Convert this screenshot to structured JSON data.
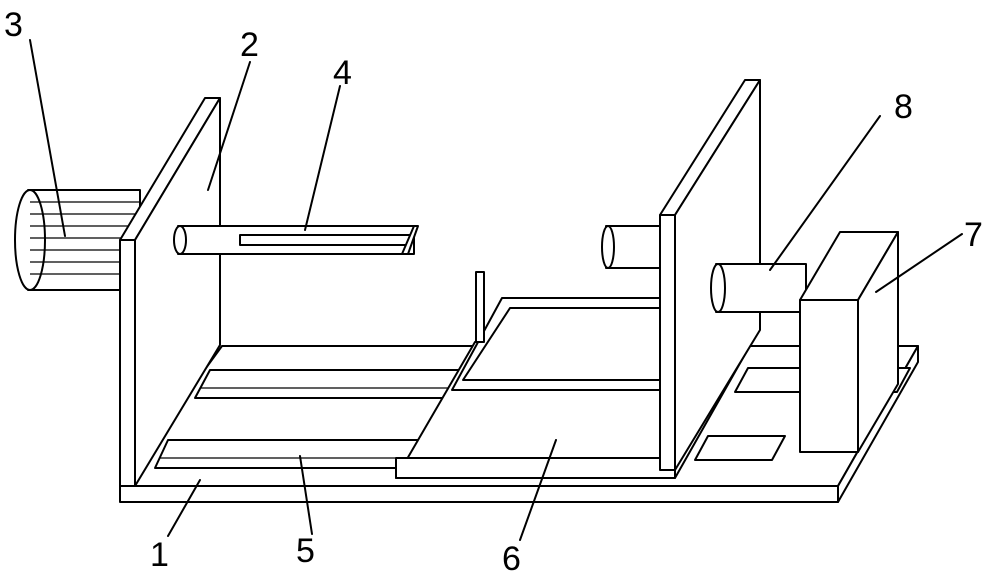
{
  "labels": {
    "base": "1",
    "left_plate": "2",
    "left_motor": "3",
    "left_shaft": "4",
    "rail": "5",
    "slide_plate": "6",
    "right_motor": "7",
    "right_shaft": "8"
  }
}
